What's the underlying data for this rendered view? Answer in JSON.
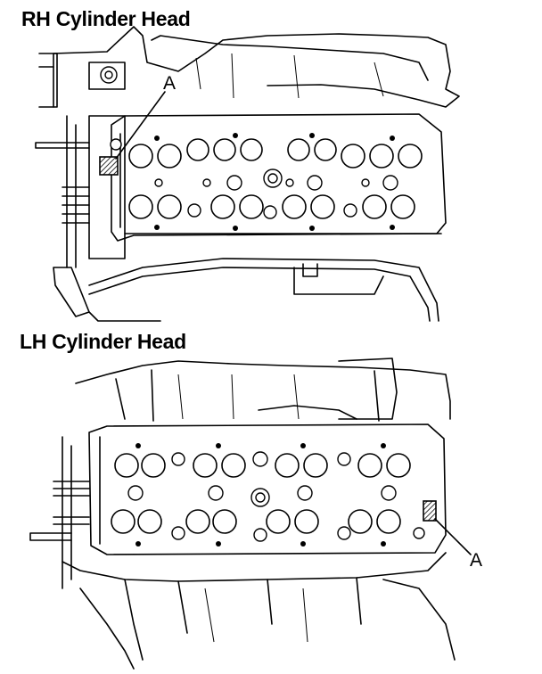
{
  "figure": {
    "rh_title": "RH Cylinder Head",
    "lh_title": "LH Cylinder Head",
    "rh_callout": "A",
    "lh_callout": "A"
  }
}
